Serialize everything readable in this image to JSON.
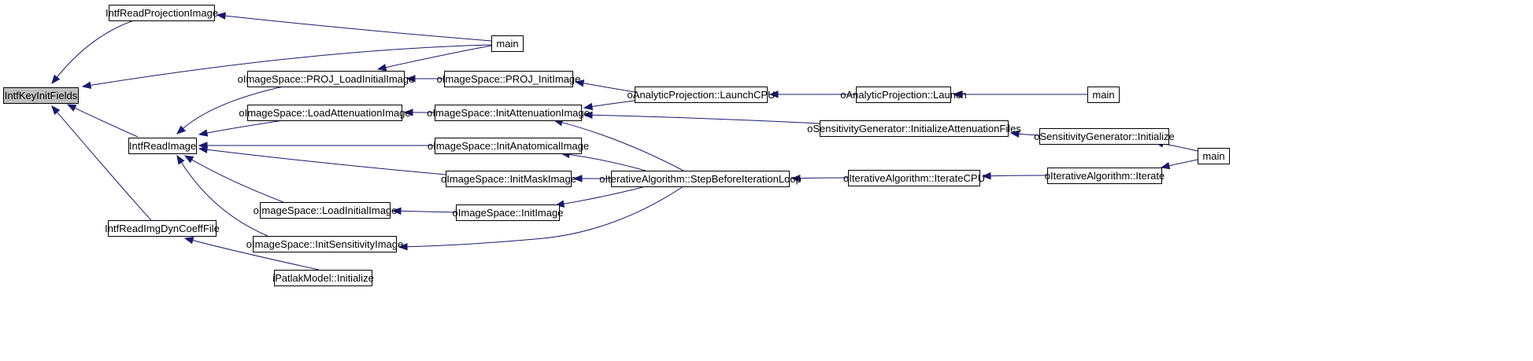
{
  "graph": {
    "edge_color": "#191970",
    "root_fill": "#bfbfbf",
    "node_fill": "#ffffff",
    "nodes": [
      {
        "id": "n0",
        "label": "IntfKeyInitFields",
        "root": true
      },
      {
        "id": "n1",
        "label": "IntfReadProjectionImage"
      },
      {
        "id": "n2",
        "label": "main"
      },
      {
        "id": "n3",
        "label": "IntfReadImage"
      },
      {
        "id": "n4",
        "label": "IntfReadImgDynCoeffFile"
      },
      {
        "id": "n5",
        "label": "oImageSpace::PROJ_LoadInitialImage"
      },
      {
        "id": "n6",
        "label": "oImageSpace::LoadAttenuationImage"
      },
      {
        "id": "n7",
        "label": "oImageSpace::LoadInitialImage"
      },
      {
        "id": "n8",
        "label": "oImageSpace::InitSensitivityImage"
      },
      {
        "id": "n9",
        "label": "iPatlakModel::Initialize"
      },
      {
        "id": "n10",
        "label": "oImageSpace::PROJ_InitImage"
      },
      {
        "id": "n11",
        "label": "oImageSpace::InitAttenuationImage"
      },
      {
        "id": "n12",
        "label": "oImageSpace::InitAnatomicalImage"
      },
      {
        "id": "n13",
        "label": "oImageSpace::InitMaskImage"
      },
      {
        "id": "n14",
        "label": "oImageSpace::InitImage"
      },
      {
        "id": "n15",
        "label": "oAnalyticProjection::LaunchCPU"
      },
      {
        "id": "n16",
        "label": "oIterativeAlgorithm::StepBeforeIterationLoop"
      },
      {
        "id": "n17",
        "label": "oAnalyticProjection::Launch"
      },
      {
        "id": "n18",
        "label": "oSensitivityGenerator::InitializeAttenuationFiles"
      },
      {
        "id": "n19",
        "label": "oIterativeAlgorithm::IterateCPU"
      },
      {
        "id": "n20",
        "label": "main"
      },
      {
        "id": "n21",
        "label": "oSensitivityGenerator::Initialize"
      },
      {
        "id": "n22",
        "label": "oIterativeAlgorithm::Iterate"
      },
      {
        "id": "n23",
        "label": "main"
      }
    ],
    "edges": [
      {
        "from": "n1",
        "to": "n0"
      },
      {
        "from": "n2",
        "to": "n0"
      },
      {
        "from": "n3",
        "to": "n0"
      },
      {
        "from": "n4",
        "to": "n0"
      },
      {
        "from": "n2",
        "to": "n1"
      },
      {
        "from": "n2",
        "to": "n5"
      },
      {
        "from": "n5",
        "to": "n3"
      },
      {
        "from": "n6",
        "to": "n3"
      },
      {
        "from": "n12",
        "to": "n3"
      },
      {
        "from": "n13",
        "to": "n3"
      },
      {
        "from": "n7",
        "to": "n3"
      },
      {
        "from": "n8",
        "to": "n3"
      },
      {
        "from": "n9",
        "to": "n4"
      },
      {
        "from": "n10",
        "to": "n5"
      },
      {
        "from": "n11",
        "to": "n6"
      },
      {
        "from": "n14",
        "to": "n7"
      },
      {
        "from": "n16",
        "to": "n8"
      },
      {
        "from": "n15",
        "to": "n10"
      },
      {
        "from": "n15",
        "to": "n11"
      },
      {
        "from": "n18",
        "to": "n11"
      },
      {
        "from": "n16",
        "to": "n11"
      },
      {
        "from": "n16",
        "to": "n12"
      },
      {
        "from": "n16",
        "to": "n13"
      },
      {
        "from": "n16",
        "to": "n14"
      },
      {
        "from": "n17",
        "to": "n15"
      },
      {
        "from": "n19",
        "to": "n16"
      },
      {
        "from": "n20",
        "to": "n17"
      },
      {
        "from": "n21",
        "to": "n18"
      },
      {
        "from": "n22",
        "to": "n19"
      },
      {
        "from": "n23",
        "to": "n21"
      },
      {
        "from": "n23",
        "to": "n22"
      }
    ]
  }
}
